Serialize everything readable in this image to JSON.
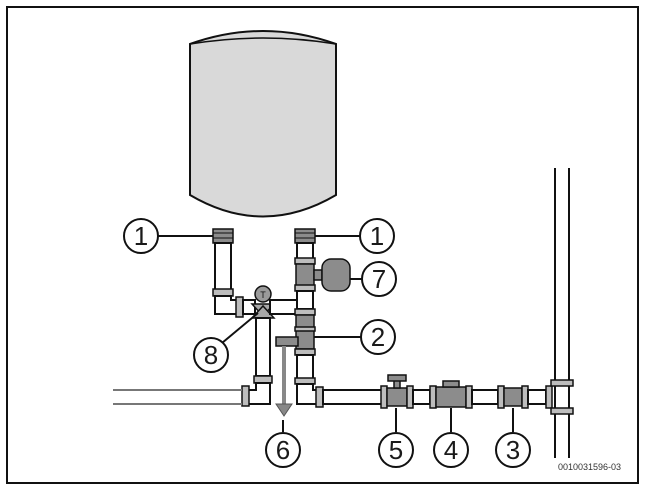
{
  "callouts": [
    {
      "id": "c1a",
      "label": "1"
    },
    {
      "id": "c1b",
      "label": "1"
    },
    {
      "id": "c7",
      "label": "7"
    },
    {
      "id": "c8",
      "label": "8"
    },
    {
      "id": "c2",
      "label": "2"
    },
    {
      "id": "c6",
      "label": "6"
    },
    {
      "id": "c5",
      "label": "5"
    },
    {
      "id": "c4",
      "label": "4"
    },
    {
      "id": "c3",
      "label": "3"
    }
  ],
  "thermometer_symbol": "T",
  "reference_code": "0010031596-03"
}
